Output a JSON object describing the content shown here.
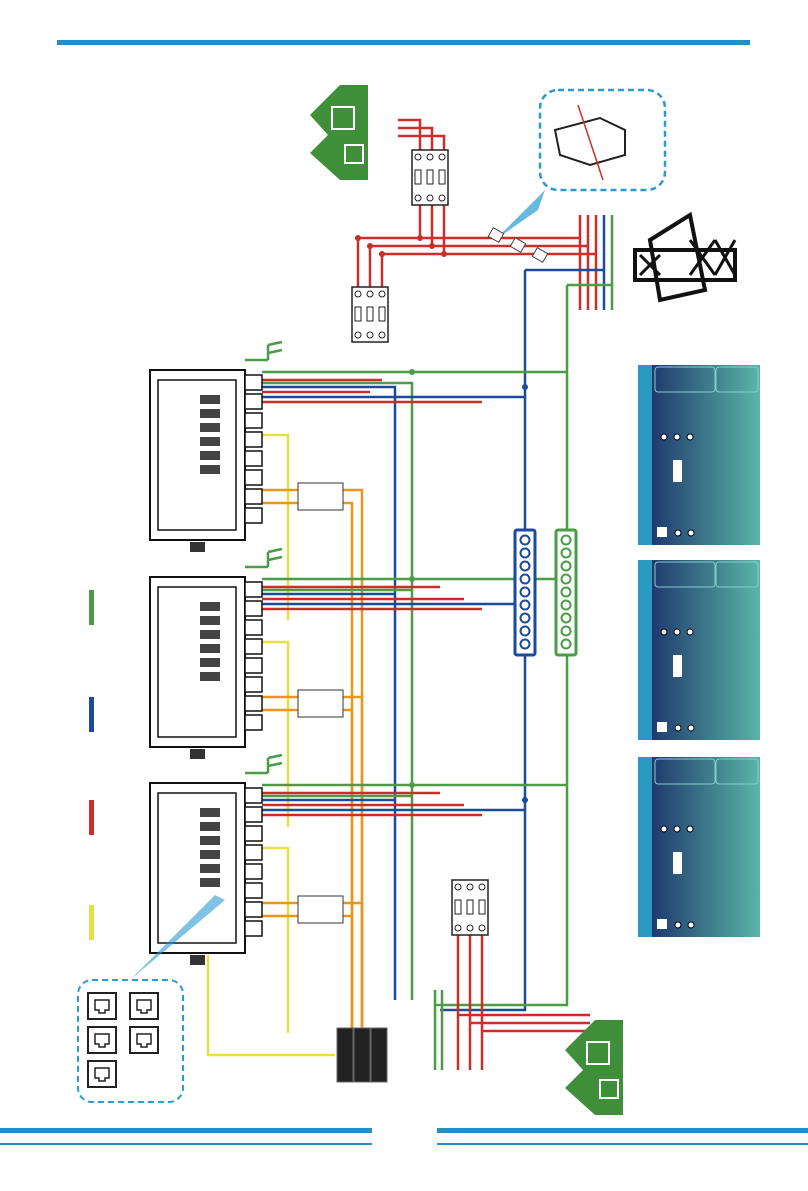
{
  "colors": {
    "header_bar": "#2a8cc4",
    "earth_green": "#4a9d46",
    "neutral_blue": "#1c4a9c",
    "line_red": "#cc2f2a",
    "signal_yellow": "#e6e044",
    "pv_orange": "#e8961c",
    "house_green": "#3f8f3a",
    "panel_dark": "#1f3a6e",
    "panel_light": "#5ab5a8",
    "callout_blue": "#2a9ad0"
  },
  "icons": [
    "house-load-icon",
    "current-transformer-icon",
    "grid-tower-icon",
    "inverter-icon",
    "breaker-icon",
    "busbar-icon",
    "pv-panel-icon",
    "rj45-port-icon",
    "meter-icon",
    "house-backup-icon"
  ],
  "legend": [
    {
      "color": "#4a9d46"
    },
    {
      "color": "#1c4a9c"
    },
    {
      "color": "#cc2f2a"
    },
    {
      "color": "#e6e044"
    }
  ],
  "inverter_count": 3,
  "pv_panel_count": 3,
  "rj45_port_count": 5
}
